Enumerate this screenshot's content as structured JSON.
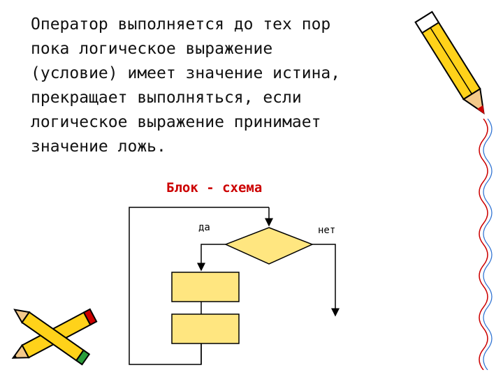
{
  "slide": {
    "paragraph_lines": [
      "Оператор выполняется до тех пор",
      "пока логическое выражение",
      "(условие) имеет значение истина,",
      "прекращает выполняться, если",
      "логическое выражение принимает",
      "значение ложь."
    ],
    "scheme_title": "Блок - схема"
  },
  "flowchart": {
    "yes_label": "да",
    "no_label": "нет",
    "fill_color": "#ffe680",
    "line_color": "#000000"
  },
  "decorations": {
    "pencil_icon": "pencil-icon",
    "crossed_pencils_icon": "crossed-pencils-icon",
    "squiggle": "squiggle-border",
    "accent_color": "#cc0000"
  }
}
